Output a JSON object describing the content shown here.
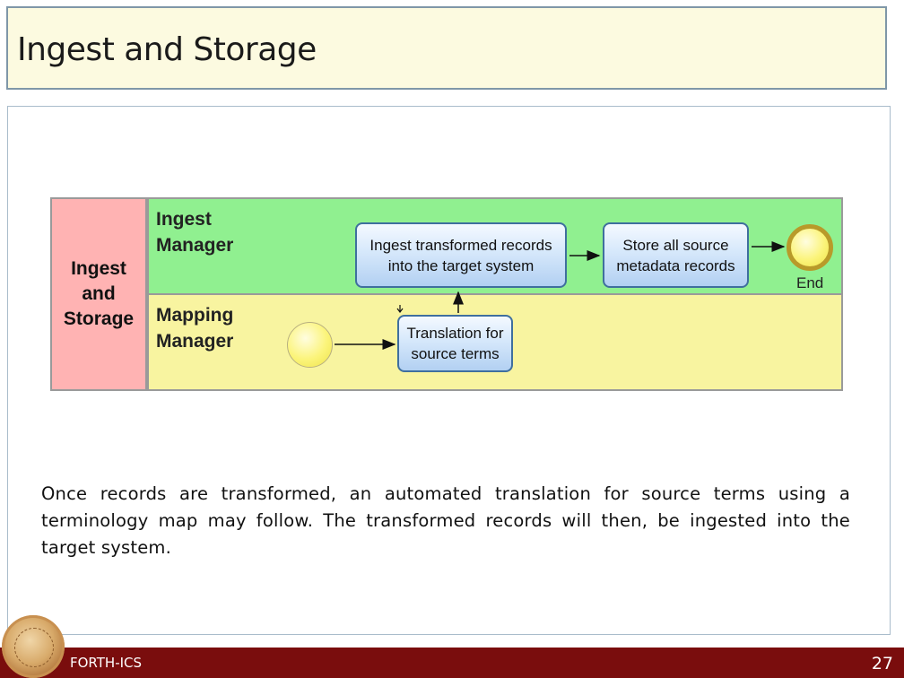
{
  "slide": {
    "title": "Ingest and Storage",
    "caption": "Once records are transformed, an automated translation for source terms using a terminology map may follow. The transformed records will then, be ingested into the target system.",
    "footer_org": "FORTH-ICS",
    "page_number": "27"
  },
  "diagram": {
    "pool_label": "Ingest\nand\nStorage",
    "lanes": [
      {
        "label": "Ingest\nManager",
        "color": "#90f090"
      },
      {
        "label": "Mapping\nManager",
        "color": "#f8f4a0"
      }
    ],
    "tasks": [
      {
        "label": "Ingest transformed records\ninto the target system"
      },
      {
        "label": "Store all source\nmetadata records"
      },
      {
        "label": "Translation for\nsource terms"
      }
    ],
    "end_event_label": "End",
    "colors": {
      "pool": "#ffb3b3",
      "task_border": "#3f6f9e",
      "footer": "#7a0d0d"
    }
  }
}
